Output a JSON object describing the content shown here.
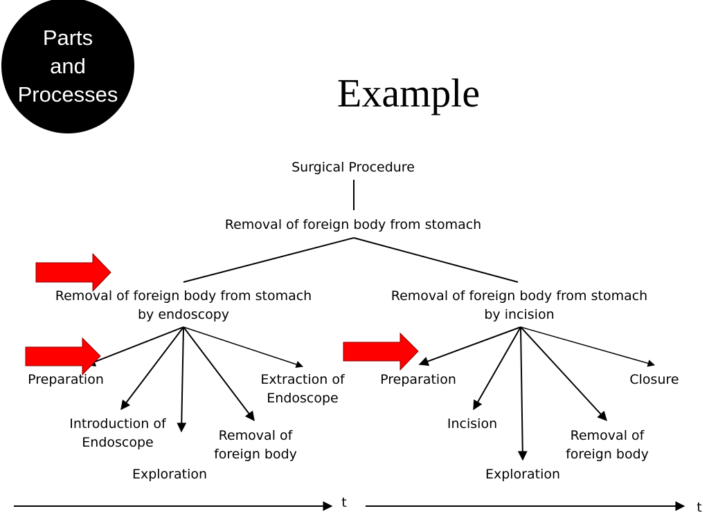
{
  "badge": {
    "lines": [
      "Parts",
      "and",
      "Processes"
    ],
    "colors": {
      "background": "#000000",
      "text": "#ffffff"
    }
  },
  "title": "Example",
  "tree": {
    "root": "Surgical Procedure",
    "level1": "Removal of foreign body from stomach",
    "left_branch": {
      "label_line1": "Removal of foreign body from stomach",
      "label_line2": "by endoscopy",
      "steps": {
        "preparation": "Preparation",
        "introduction": [
          "Introduction of",
          "Endoscope"
        ],
        "exploration": "Exploration",
        "removal": [
          "Removal of",
          "foreign body"
        ],
        "extraction": [
          "Extraction of",
          "Endoscope"
        ]
      }
    },
    "right_branch": {
      "label_line1": "Removal of foreign body from stomach",
      "label_line2": "by incision",
      "steps": {
        "preparation": "Preparation",
        "incision": "Incision",
        "exploration": "Exploration",
        "removal": [
          "Removal of",
          "foreign body"
        ],
        "closure": "Closure"
      }
    }
  },
  "timeline": {
    "left_label": "t",
    "right_label": "t"
  },
  "colors": {
    "highlight_arrow": "#ff0000",
    "line": "#000000"
  }
}
